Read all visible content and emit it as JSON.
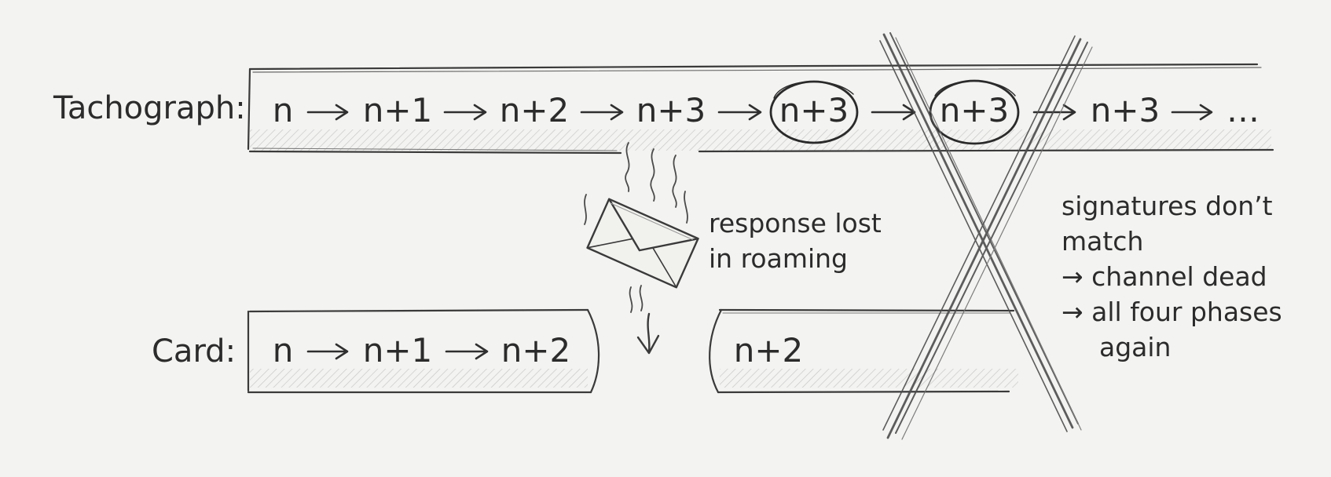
{
  "tachograph": {
    "label": "Tachograph:",
    "sequence": [
      "n",
      "n+1",
      "n+2",
      "n+3",
      "n+3",
      "n+3",
      "n+3",
      "…"
    ],
    "circled": [
      4,
      5
    ]
  },
  "card": {
    "label": "Card:",
    "sequence": [
      "n",
      "n+1",
      "n+2"
    ],
    "resumed": "n+2"
  },
  "notes": {
    "lost": [
      "response lost",
      "in roaming"
    ],
    "mismatch": [
      "signatures don’t",
      "match",
      "→ channel dead",
      "→ all four phases",
      "again"
    ]
  },
  "icons": {
    "lost_message": "envelope-icon",
    "fall_arrow": "arrow-down-icon",
    "cancel_mark": "x-cross-icon"
  },
  "colors": {
    "background": "#f3f3f1",
    "ink": "#2b2b2b",
    "pencil": "#555555"
  }
}
